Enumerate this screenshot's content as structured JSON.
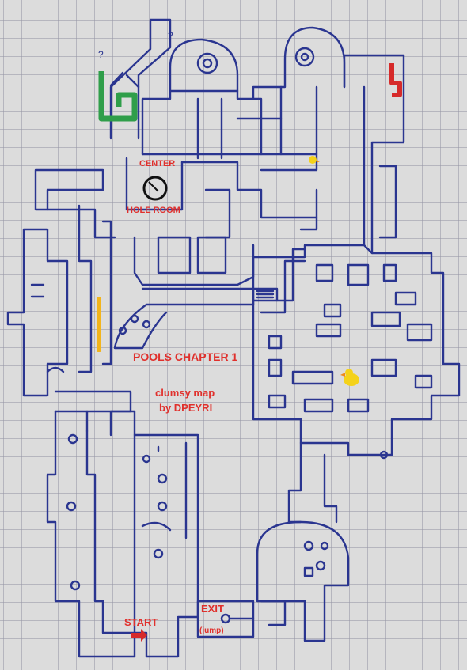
{
  "labels": {
    "center": "CENTER",
    "hole_room": "HOLE ROOM",
    "title": "POOLS CHAPTER 1",
    "subtitle_line1": "clumsy map",
    "subtitle_line2": "by DPEYRI",
    "start": "START",
    "exit": "EXIT",
    "exit_note": "(jump)",
    "unknown_marker": "?"
  },
  "colors": {
    "ink": "#2a3590",
    "label_red": "#e0302c",
    "green_pipe": "#2f9e4a",
    "red_pipe": "#d62a2a",
    "yellow_bar": "#f2b41c",
    "duck": "#f4d21a",
    "duck_beak": "#f08a1a"
  }
}
